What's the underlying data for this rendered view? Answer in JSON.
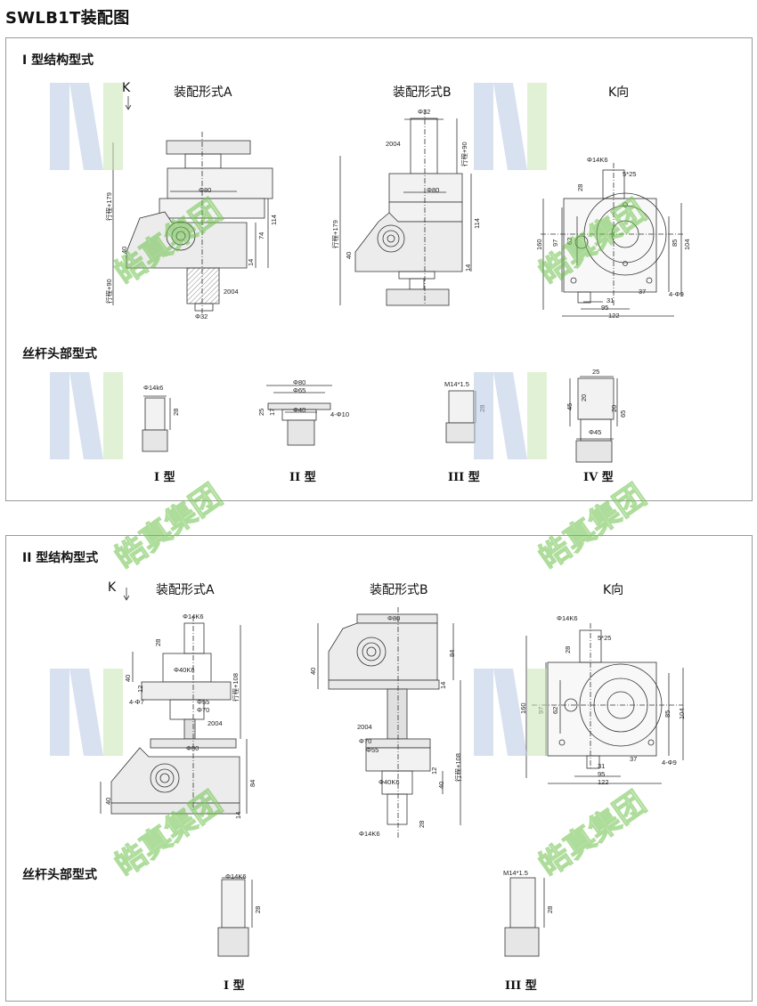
{
  "page_title": "SWLB1T装配图",
  "watermark": {
    "text": "皓真集团",
    "colors": {
      "blue": "#b9c9e4",
      "green": "#c7e6b3",
      "text_green": "#6cc24a"
    }
  },
  "panel1": {
    "title": "I 型结构型式",
    "k_label": "K",
    "view_a": "装配形式A",
    "view_b": "装配形式B",
    "view_k": "K向",
    "dims_a": [
      "Φ80",
      "行程+179",
      "114",
      "74",
      "40",
      "14",
      "行程+90",
      "2004",
      "Φ32"
    ],
    "dims_b": [
      "Φ32",
      "2004",
      "行程+90",
      "Φ80",
      "行程+179",
      "114",
      "40",
      "14"
    ],
    "dims_k": [
      "Φ14K6",
      "5*25",
      "28",
      "160",
      "97",
      "62",
      "85",
      "104",
      "37",
      "4-Φ9",
      "31",
      "95",
      "122"
    ],
    "heads_title": "丝杆头部型式",
    "head_dims_1": [
      "Φ14k6",
      "28"
    ],
    "head_dims_2": [
      "Φ80",
      "Φ65",
      "Φ40",
      "4-Φ10",
      "25",
      "17"
    ],
    "head_dims_3": [
      "M14*1.5",
      "28"
    ],
    "head_dims_4": [
      "25",
      "20",
      "45",
      "20",
      "65",
      "Φ45"
    ],
    "head_types": [
      "I 型",
      "II 型",
      "III 型",
      "IV 型"
    ]
  },
  "panel2": {
    "title": "II 型结构型式",
    "k_label": "K",
    "view_a": "装配形式A",
    "view_b": "装配形式B",
    "view_k": "K向",
    "dims_a": [
      "Φ14K6",
      "28",
      "Φ40K6",
      "行程+108",
      "40",
      "12",
      "4-Φ7",
      "Φ55",
      "Φ70",
      "2004",
      "Φ80",
      "84",
      "40",
      "14"
    ],
    "dims_b": [
      "Φ80",
      "40",
      "84",
      "14",
      "2004",
      "Φ70",
      "Φ55",
      "12",
      "Φ40K6",
      "40",
      "行程+108",
      "28",
      "Φ14K6"
    ],
    "dims_k": [
      "Φ14K6",
      "5*25",
      "28",
      "160",
      "97",
      "62",
      "85",
      "104",
      "37",
      "4-Φ9",
      "31",
      "95",
      "122"
    ],
    "heads_title": "丝杆头部型式",
    "head_dims_1": [
      "Φ14K6",
      "28"
    ],
    "head_dims_3": [
      "M14*1.5",
      "28"
    ],
    "head_types": [
      "I 型",
      "III 型"
    ]
  }
}
